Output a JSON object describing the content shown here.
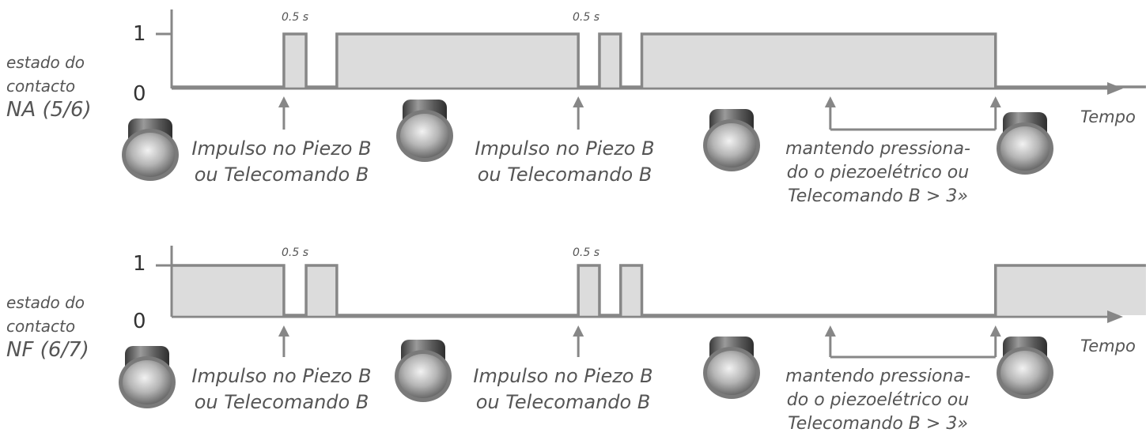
{
  "colors": {
    "line": "#878787",
    "fill": "#dcdcdc",
    "text": "#555555"
  },
  "time_axis_label": "Tempo",
  "level_high": "1",
  "level_low": "0",
  "duration_label": "0.5 s",
  "icon": "piezo-push-button-icon",
  "panels": [
    {
      "id": "na",
      "state_line1": "estado do",
      "state_line2": "contacto",
      "state_line3": "NA (5/6)",
      "trace": [
        [
          0,
          0
        ],
        [
          10.6,
          0
        ],
        [
          10.6,
          1
        ],
        [
          12.7,
          1
        ],
        [
          12.7,
          0
        ],
        [
          15.6,
          0
        ],
        [
          15.6,
          1
        ],
        [
          38.4,
          1
        ],
        [
          38.4,
          0
        ],
        [
          40.4,
          0
        ],
        [
          40.4,
          1
        ],
        [
          42.4,
          1
        ],
        [
          42.4,
          0
        ],
        [
          44.4,
          0
        ],
        [
          44.4,
          1
        ],
        [
          77.8,
          1
        ],
        [
          77.8,
          0
        ],
        [
          92,
          0
        ]
      ],
      "events": [
        {
          "caption_line1": "Impulso no Piezo B",
          "caption_line2": "ou Telecomando B"
        },
        {
          "caption_line1": "Impulso no Piezo B",
          "caption_line2": "ou Telecomando B"
        },
        {
          "caption_line1": "mantendo pressiona-",
          "caption_line2": "do o piezoelétrico ou",
          "caption_line3": "Telecomando B > 3»"
        }
      ]
    },
    {
      "id": "nf",
      "state_line1": "estado do",
      "state_line2": "contacto",
      "state_line3": "NF (6/7)",
      "trace": [
        [
          0,
          1
        ],
        [
          10.6,
          1
        ],
        [
          10.6,
          0
        ],
        [
          12.7,
          0
        ],
        [
          12.7,
          1
        ],
        [
          15.6,
          1
        ],
        [
          15.6,
          0
        ],
        [
          38.4,
          0
        ],
        [
          38.4,
          1
        ],
        [
          40.4,
          1
        ],
        [
          40.4,
          0
        ],
        [
          42.4,
          0
        ],
        [
          42.4,
          1
        ],
        [
          44.4,
          1
        ],
        [
          44.4,
          0
        ],
        [
          77.8,
          0
        ],
        [
          77.8,
          1
        ],
        [
          92,
          1
        ]
      ],
      "events": [
        {
          "caption_line1": "Impulso no Piezo B",
          "caption_line2": "ou Telecomando B"
        },
        {
          "caption_line1": "Impulso no Piezo B",
          "caption_line2": "ou Telecomando B"
        },
        {
          "caption_line1": "mantendo pressiona-",
          "caption_line2": "do o piezoelétrico ou",
          "caption_line3": "Telecomando B > 3»"
        }
      ]
    }
  ]
}
